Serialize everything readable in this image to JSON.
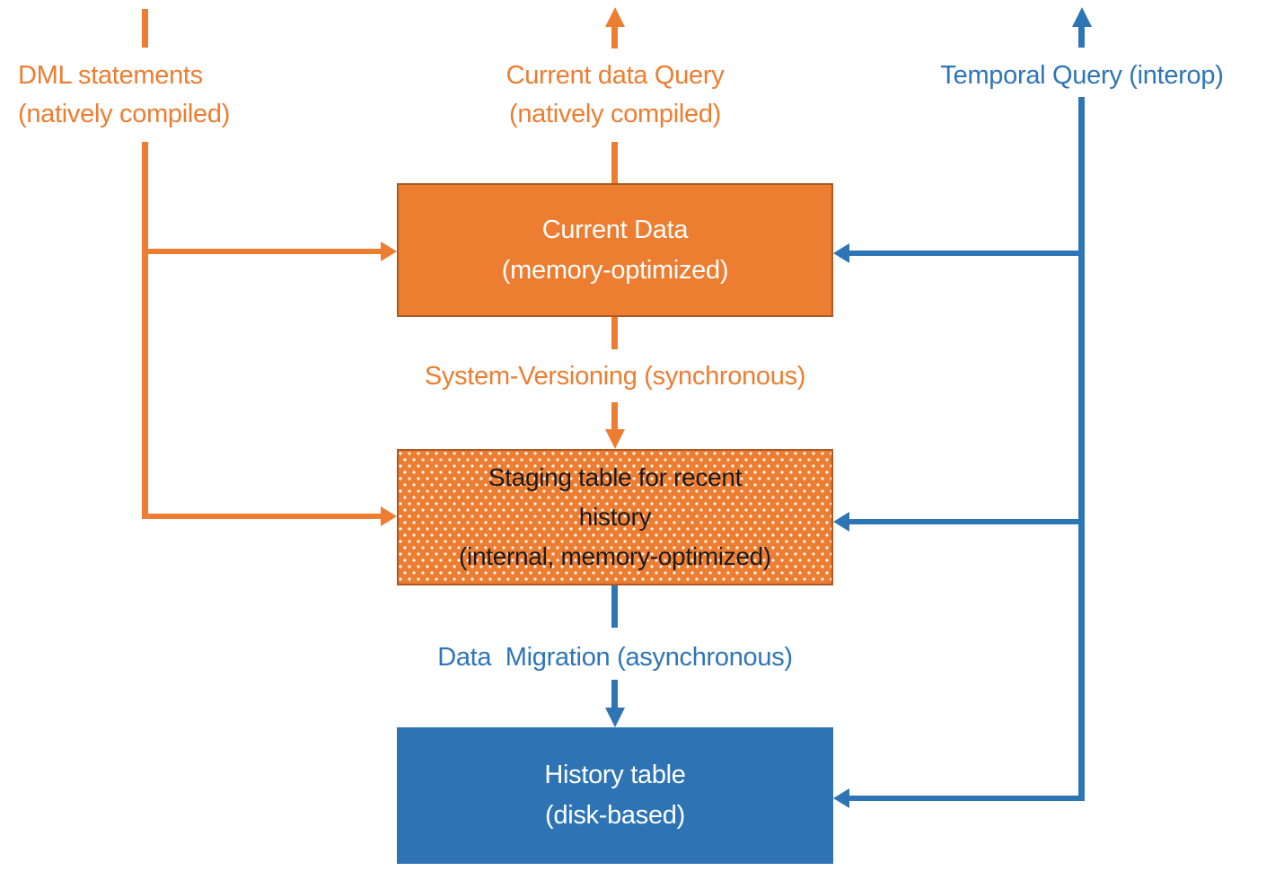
{
  "colors": {
    "orange": "#ED7D31",
    "orange_border": "#AC5A21",
    "blue": "#2E75B6",
    "blue_box": "#2E74B5",
    "background": "#FFFFFF",
    "current_box_text": "#FFFFFF",
    "staging_box_text": "#1A1A1A",
    "history_box_text": "#FFFFFF",
    "staging_dot_pattern": "#FFFFFF"
  },
  "flows": {
    "dml": {
      "label": "DML statements\n(natively compiled)"
    },
    "current_query": {
      "label": "Current data Query\n(natively compiled)"
    },
    "temporal_query": {
      "label": "Temporal Query (interop)"
    },
    "system_versioning": {
      "label": "System-Versioning (synchronous)"
    },
    "data_migration": {
      "label": "Data  Migration (asynchronous)"
    }
  },
  "boxes": {
    "current_data": {
      "label": "Current Data\n(memory-optimized)"
    },
    "staging": {
      "label": "Staging table for recent\nhistory\n(internal, memory-optimized)"
    },
    "history": {
      "label": "History table\n(disk-based)"
    }
  }
}
